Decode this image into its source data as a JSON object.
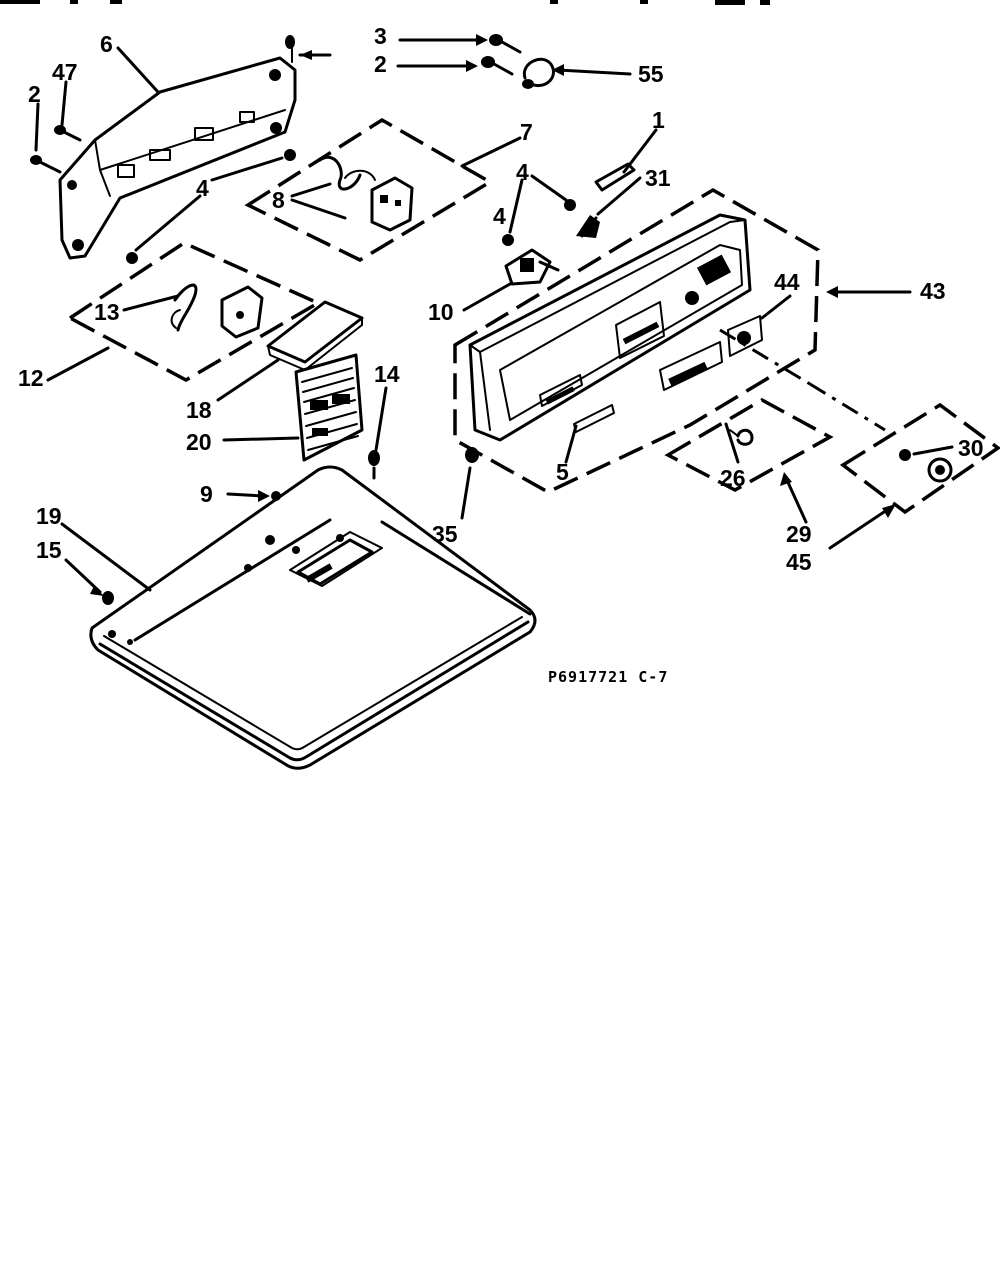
{
  "diagram": {
    "drawing_code": "P6917721 C-7",
    "callouts": {
      "c3": "3",
      "c2_top": "2",
      "c55": "55",
      "c6": "6",
      "c47": "47",
      "c2_left": "2",
      "c7": "7",
      "c1": "1",
      "c4_mid": "4",
      "c8": "8",
      "c4_right": "4",
      "c31": "31",
      "c4_left": "4",
      "c44": "44",
      "c43": "43",
      "c13": "13",
      "c10": "10",
      "c12": "12",
      "c18": "18",
      "c14": "14",
      "c20": "20",
      "c30": "30",
      "c5": "5",
      "c26": "26",
      "c9": "9",
      "c35": "35",
      "c19": "19",
      "c29": "29",
      "c15": "15",
      "c45": "45"
    }
  }
}
